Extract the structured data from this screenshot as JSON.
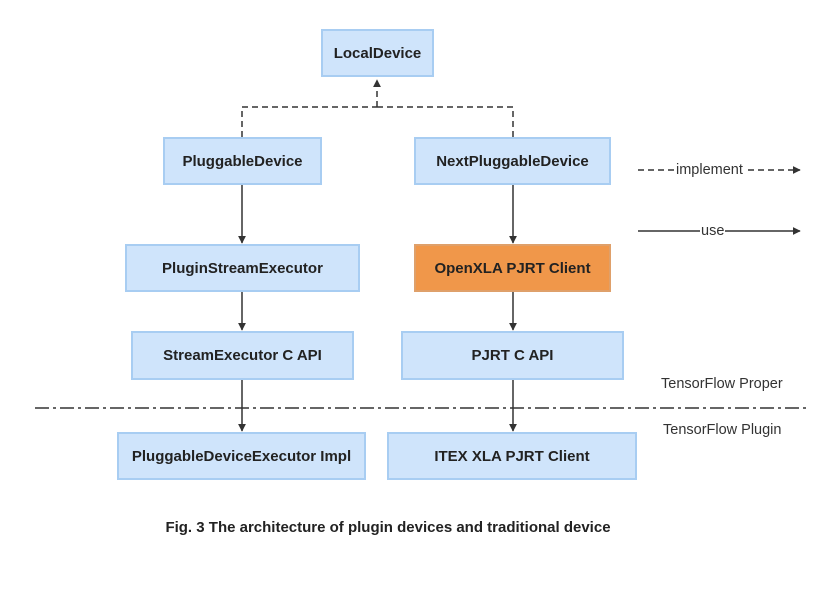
{
  "nodes": {
    "local_device": "LocalDevice",
    "pluggable_device": "PluggableDevice",
    "next_pluggable_device": "NextPluggableDevice",
    "plugin_stream_executor": "PluginStreamExecutor",
    "openxla_pjrt_client": "OpenXLA PJRT Client",
    "stream_executor_c_api": "StreamExecutor C API",
    "pjrt_c_api": "PJRT C API",
    "pluggable_device_executor_impl": "PluggableDeviceExecutor Impl",
    "itex_xla_pjrt_client": "ITEX XLA PJRT Client"
  },
  "legend": {
    "implement": "implement",
    "use": "use"
  },
  "regions": {
    "proper": "TensorFlow Proper",
    "plugin": "TensorFlow Plugin"
  },
  "caption": "Fig. 3 The architecture of plugin devices and traditional device",
  "colors": {
    "box_fill": "#cfe4fb",
    "box_border": "#a8cdf2",
    "highlight_fill": "#f0974a",
    "line": "#333333"
  }
}
